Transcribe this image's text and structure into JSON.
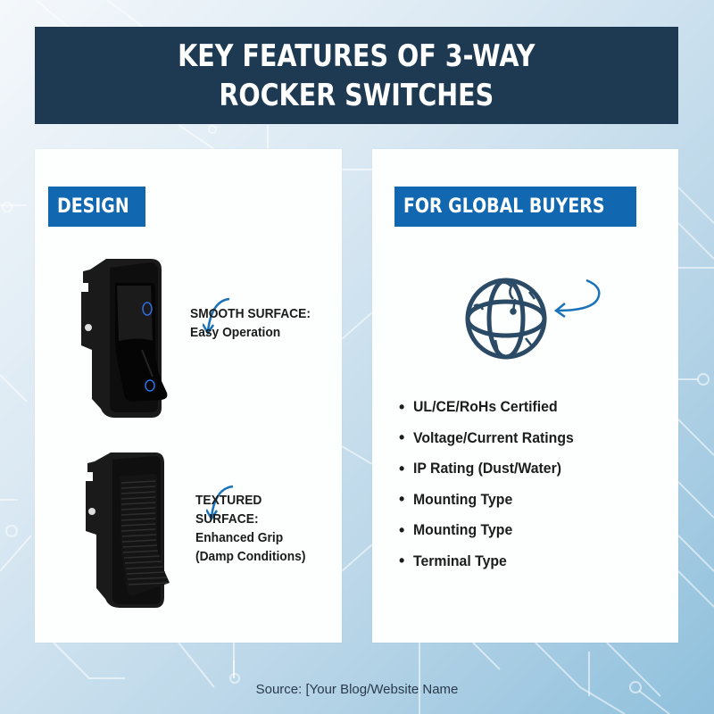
{
  "header": {
    "title_line1": "KEY FEATURES OF 3-WAY",
    "title_line2": "ROCKER SWITCHES"
  },
  "design_panel": {
    "tag": "DESIGN",
    "items": [
      {
        "image": "smooth-rocker-switch",
        "label_line1": "SMOOTH SURFACE:",
        "label_line2": "Easy Operation"
      },
      {
        "image": "textured-rocker-switch",
        "label_line1": "TEXTURED",
        "label_line2": "SURFACE:",
        "label_line3": "Enhanced Grip",
        "label_line4": "(Damp Conditions)"
      }
    ]
  },
  "buyers_panel": {
    "tag": "FOR GLOBAL BUYERS",
    "icon": "globe-icon",
    "features": [
      "UL/CE/RoHs Certified",
      "Voltage/Current Ratings",
      "IP Rating (Dust/Water)",
      "Mounting Type",
      "Mounting Type",
      "Terminal Type"
    ]
  },
  "footer": {
    "source": "Source: [Your Blog/Website Name"
  },
  "colors": {
    "banner": "#1e3a52",
    "tag": "#1268b0",
    "arrow": "#1a73b8",
    "globe": "#2b4a66"
  }
}
